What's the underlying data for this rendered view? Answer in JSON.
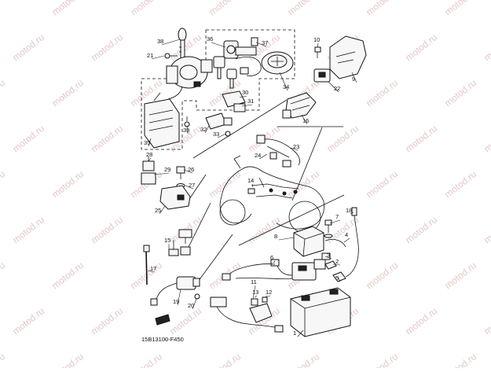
{
  "diagram": {
    "code": "15B13100-F450",
    "watermark": "motod.ru",
    "callouts": [
      "38",
      "36",
      "37",
      "10",
      "21",
      "9",
      "34",
      "22",
      "30",
      "31",
      "16",
      "35",
      "39",
      "32",
      "33",
      "23",
      "24",
      "28",
      "26",
      "29",
      "27",
      "14",
      "25",
      "7",
      "18",
      "8",
      "4",
      "15",
      "6",
      "3",
      "2",
      "5",
      "17",
      "11",
      "13",
      "12",
      "19",
      "20",
      "1"
    ]
  }
}
